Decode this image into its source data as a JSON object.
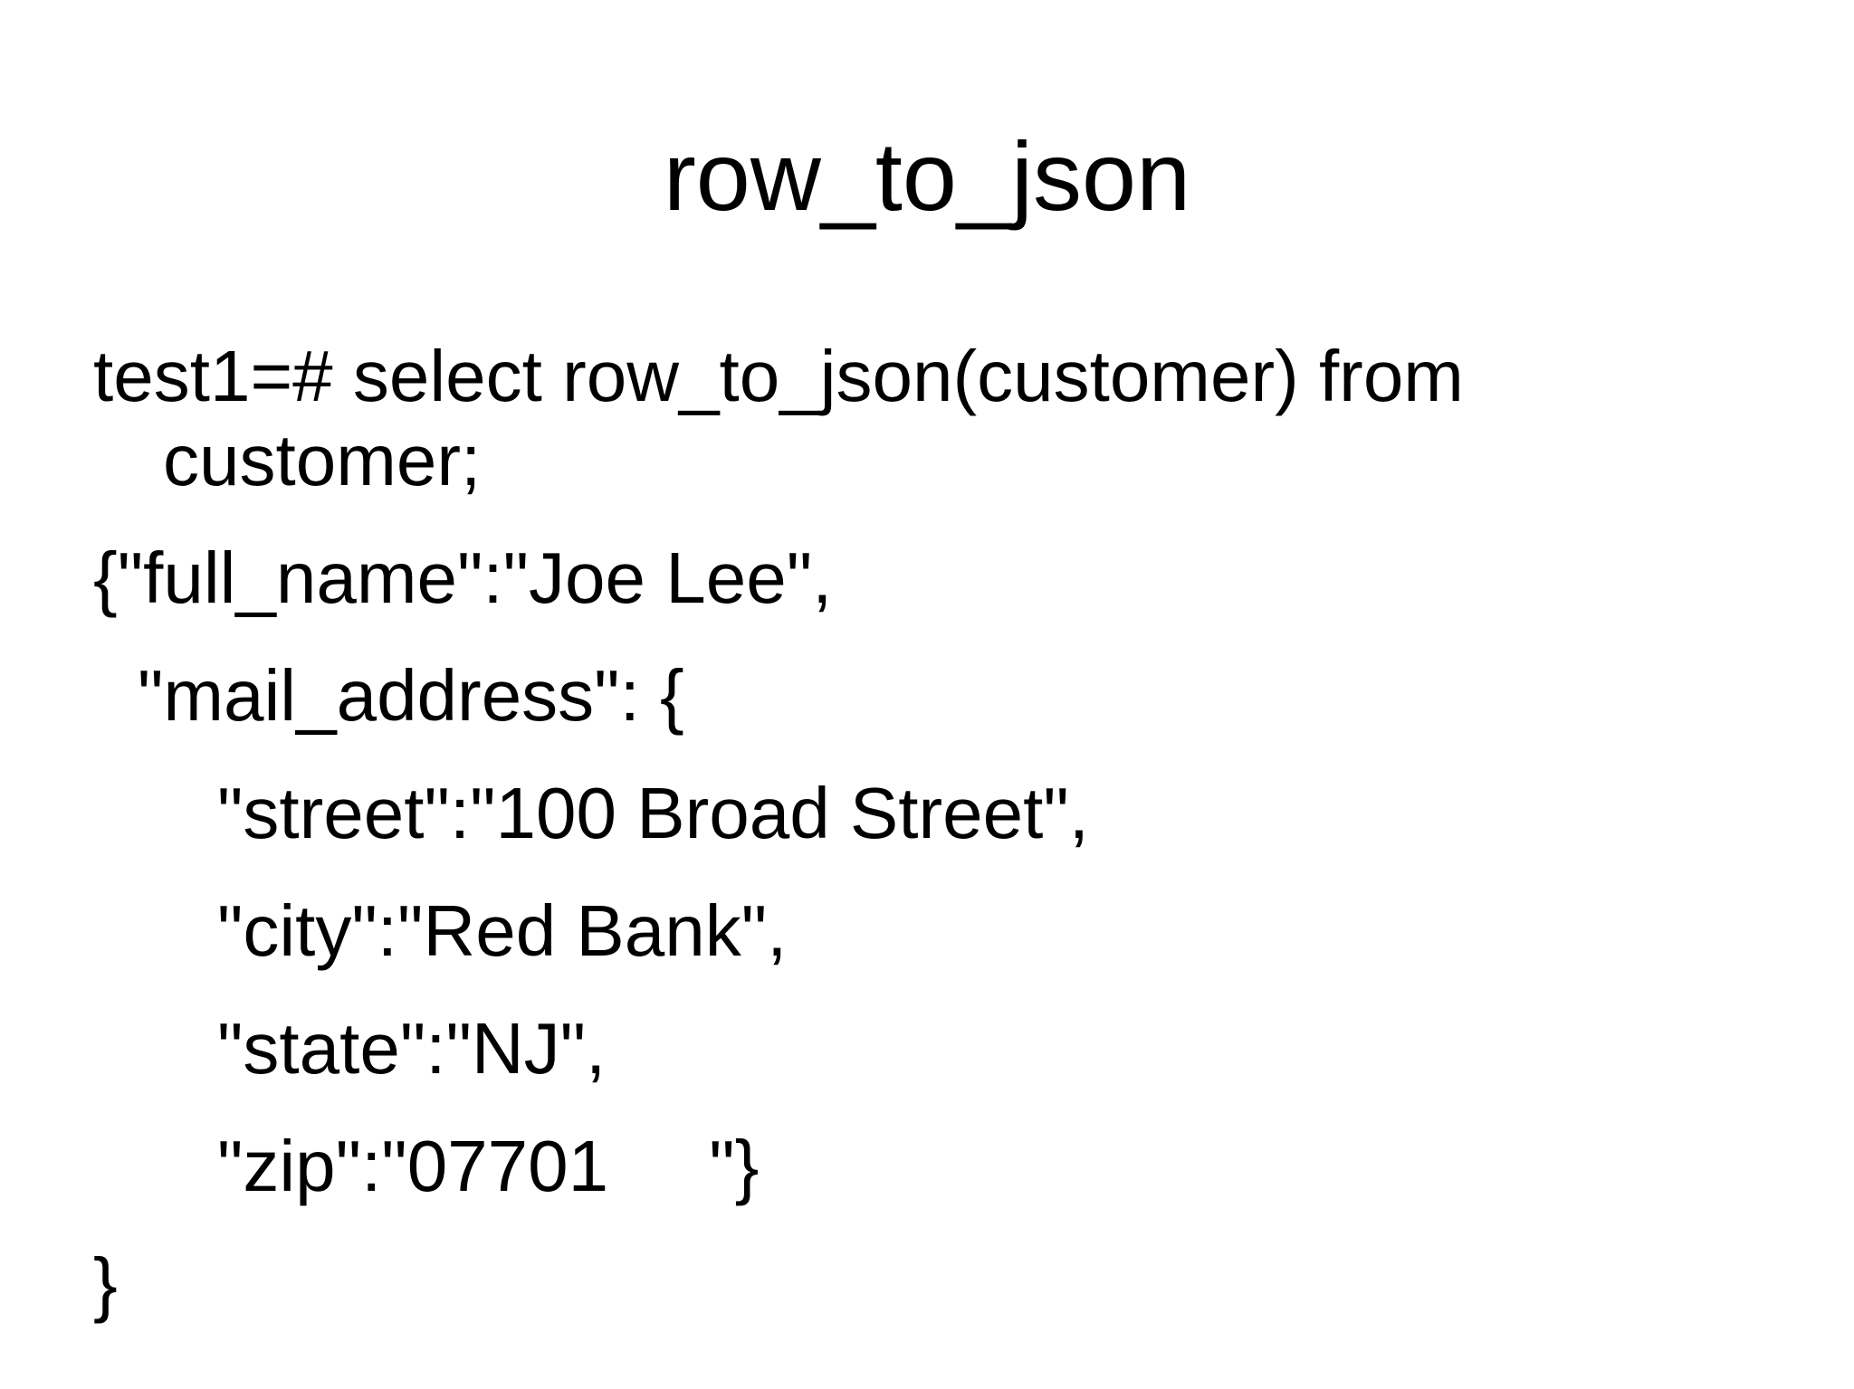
{
  "slide": {
    "title": "row_to_json",
    "lines": [
      {
        "text": "test1=# select row_to_json(customer) from",
        "indent": 0,
        "wrap": true
      },
      {
        "text": "customer;",
        "indent": "cont"
      },
      {
        "text": "{\"full_name\":\"Joe Lee\",",
        "indent": 0
      },
      {
        "text": "\"mail_address\": {",
        "indent": 1
      },
      {
        "text": "\"street\":\"100 Broad Street\",",
        "indent": 2
      },
      {
        "text": "\"city\":\"Red Bank\",",
        "indent": 2
      },
      {
        "text": "\"state\":\"NJ\",",
        "indent": 2
      },
      {
        "text": "\"zip\":\"07701     \"}",
        "indent": 2
      },
      {
        "text": "}",
        "indent": 0
      }
    ]
  },
  "colors": {
    "background": "#ffffff",
    "text": "#000000"
  }
}
